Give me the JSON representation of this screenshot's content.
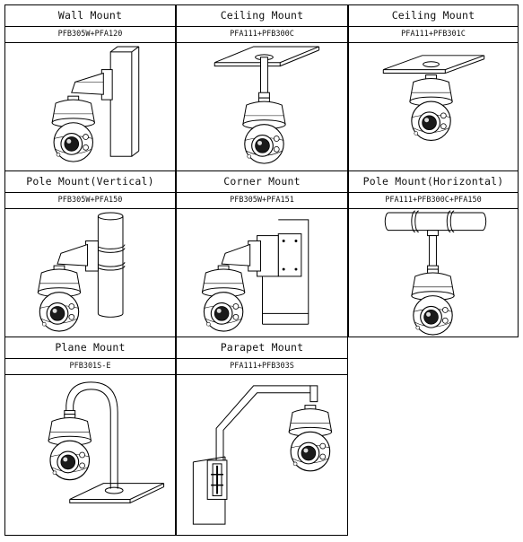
{
  "mounts": [
    {
      "name": "Wall Mount",
      "model": "PFB305W+PFA120"
    },
    {
      "name": "Ceiling Mount",
      "model": "PFA111+PFB300C"
    },
    {
      "name": "Ceiling Mount",
      "model": "PFA111+PFB301C"
    },
    {
      "name": "Pole Mount(Vertical)",
      "model": "PFB305W+PFA150"
    },
    {
      "name": "Corner Mount",
      "model": "PFB305W+PFA151"
    },
    {
      "name": "Pole Mount(Horizontal)",
      "model": "PFA111+PFB300C+PFA150"
    },
    {
      "name": "Plane Mount",
      "model": "PFB301S-E"
    },
    {
      "name": "Parapet Mount",
      "model": "PFA111+PFB303S"
    }
  ]
}
